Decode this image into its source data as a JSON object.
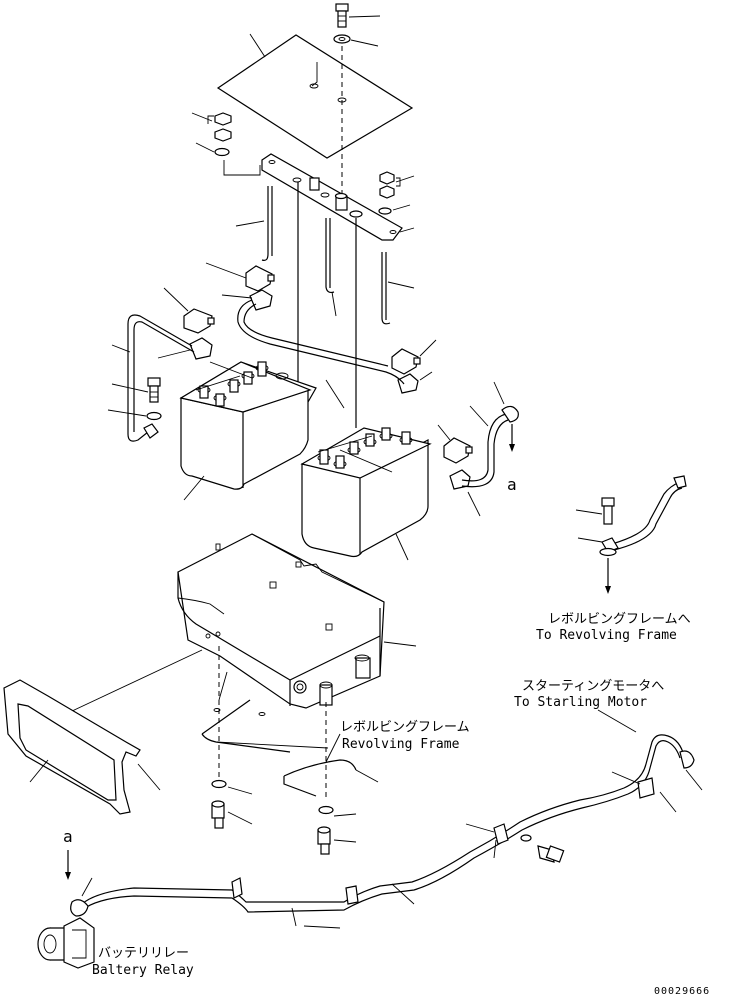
{
  "labels": {
    "revolving_frame_jp_1": "レボルビングフレームへ",
    "revolving_frame_en_1": "To Revolving Frame",
    "starting_motor_jp": "スターティングモータへ",
    "starting_motor_en": "To Starling Motor",
    "revolving_frame_jp_2": "レボルビングフレーム",
    "revolving_frame_en_2": "Revolving Frame",
    "battery_relay_jp": "バッテリリレー",
    "battery_relay_en": "Baltery Relay",
    "ref_a_top": "a",
    "ref_a_bottom": "a",
    "drawing_number": "00029666"
  }
}
